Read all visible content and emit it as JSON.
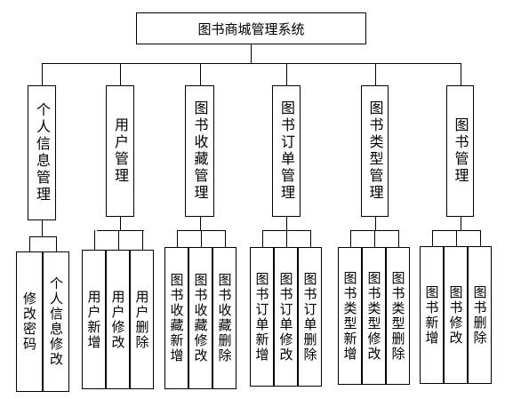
{
  "root": {
    "label": "图书商城管理系统"
  },
  "modules": [
    {
      "label": "个人信息管理",
      "children": [
        "修改密码",
        "个人信息修改"
      ]
    },
    {
      "label": "用户管理",
      "children": [
        "用户新增",
        "用户修改",
        "用户删除"
      ]
    },
    {
      "label": "图书收藏管理",
      "children": [
        "图书收藏新增",
        "图书收藏修改",
        "图书收藏删除"
      ]
    },
    {
      "label": "图书订单管理",
      "children": [
        "图书订单新增",
        "图书订单修改",
        "图书订单删除"
      ]
    },
    {
      "label": "图书类型管理",
      "children": [
        "图书类型新增",
        "图书类型修改",
        "图书类型删除"
      ]
    },
    {
      "label": "图书管理",
      "children": [
        "图书新增",
        "图书修改",
        "图书删除"
      ]
    }
  ]
}
